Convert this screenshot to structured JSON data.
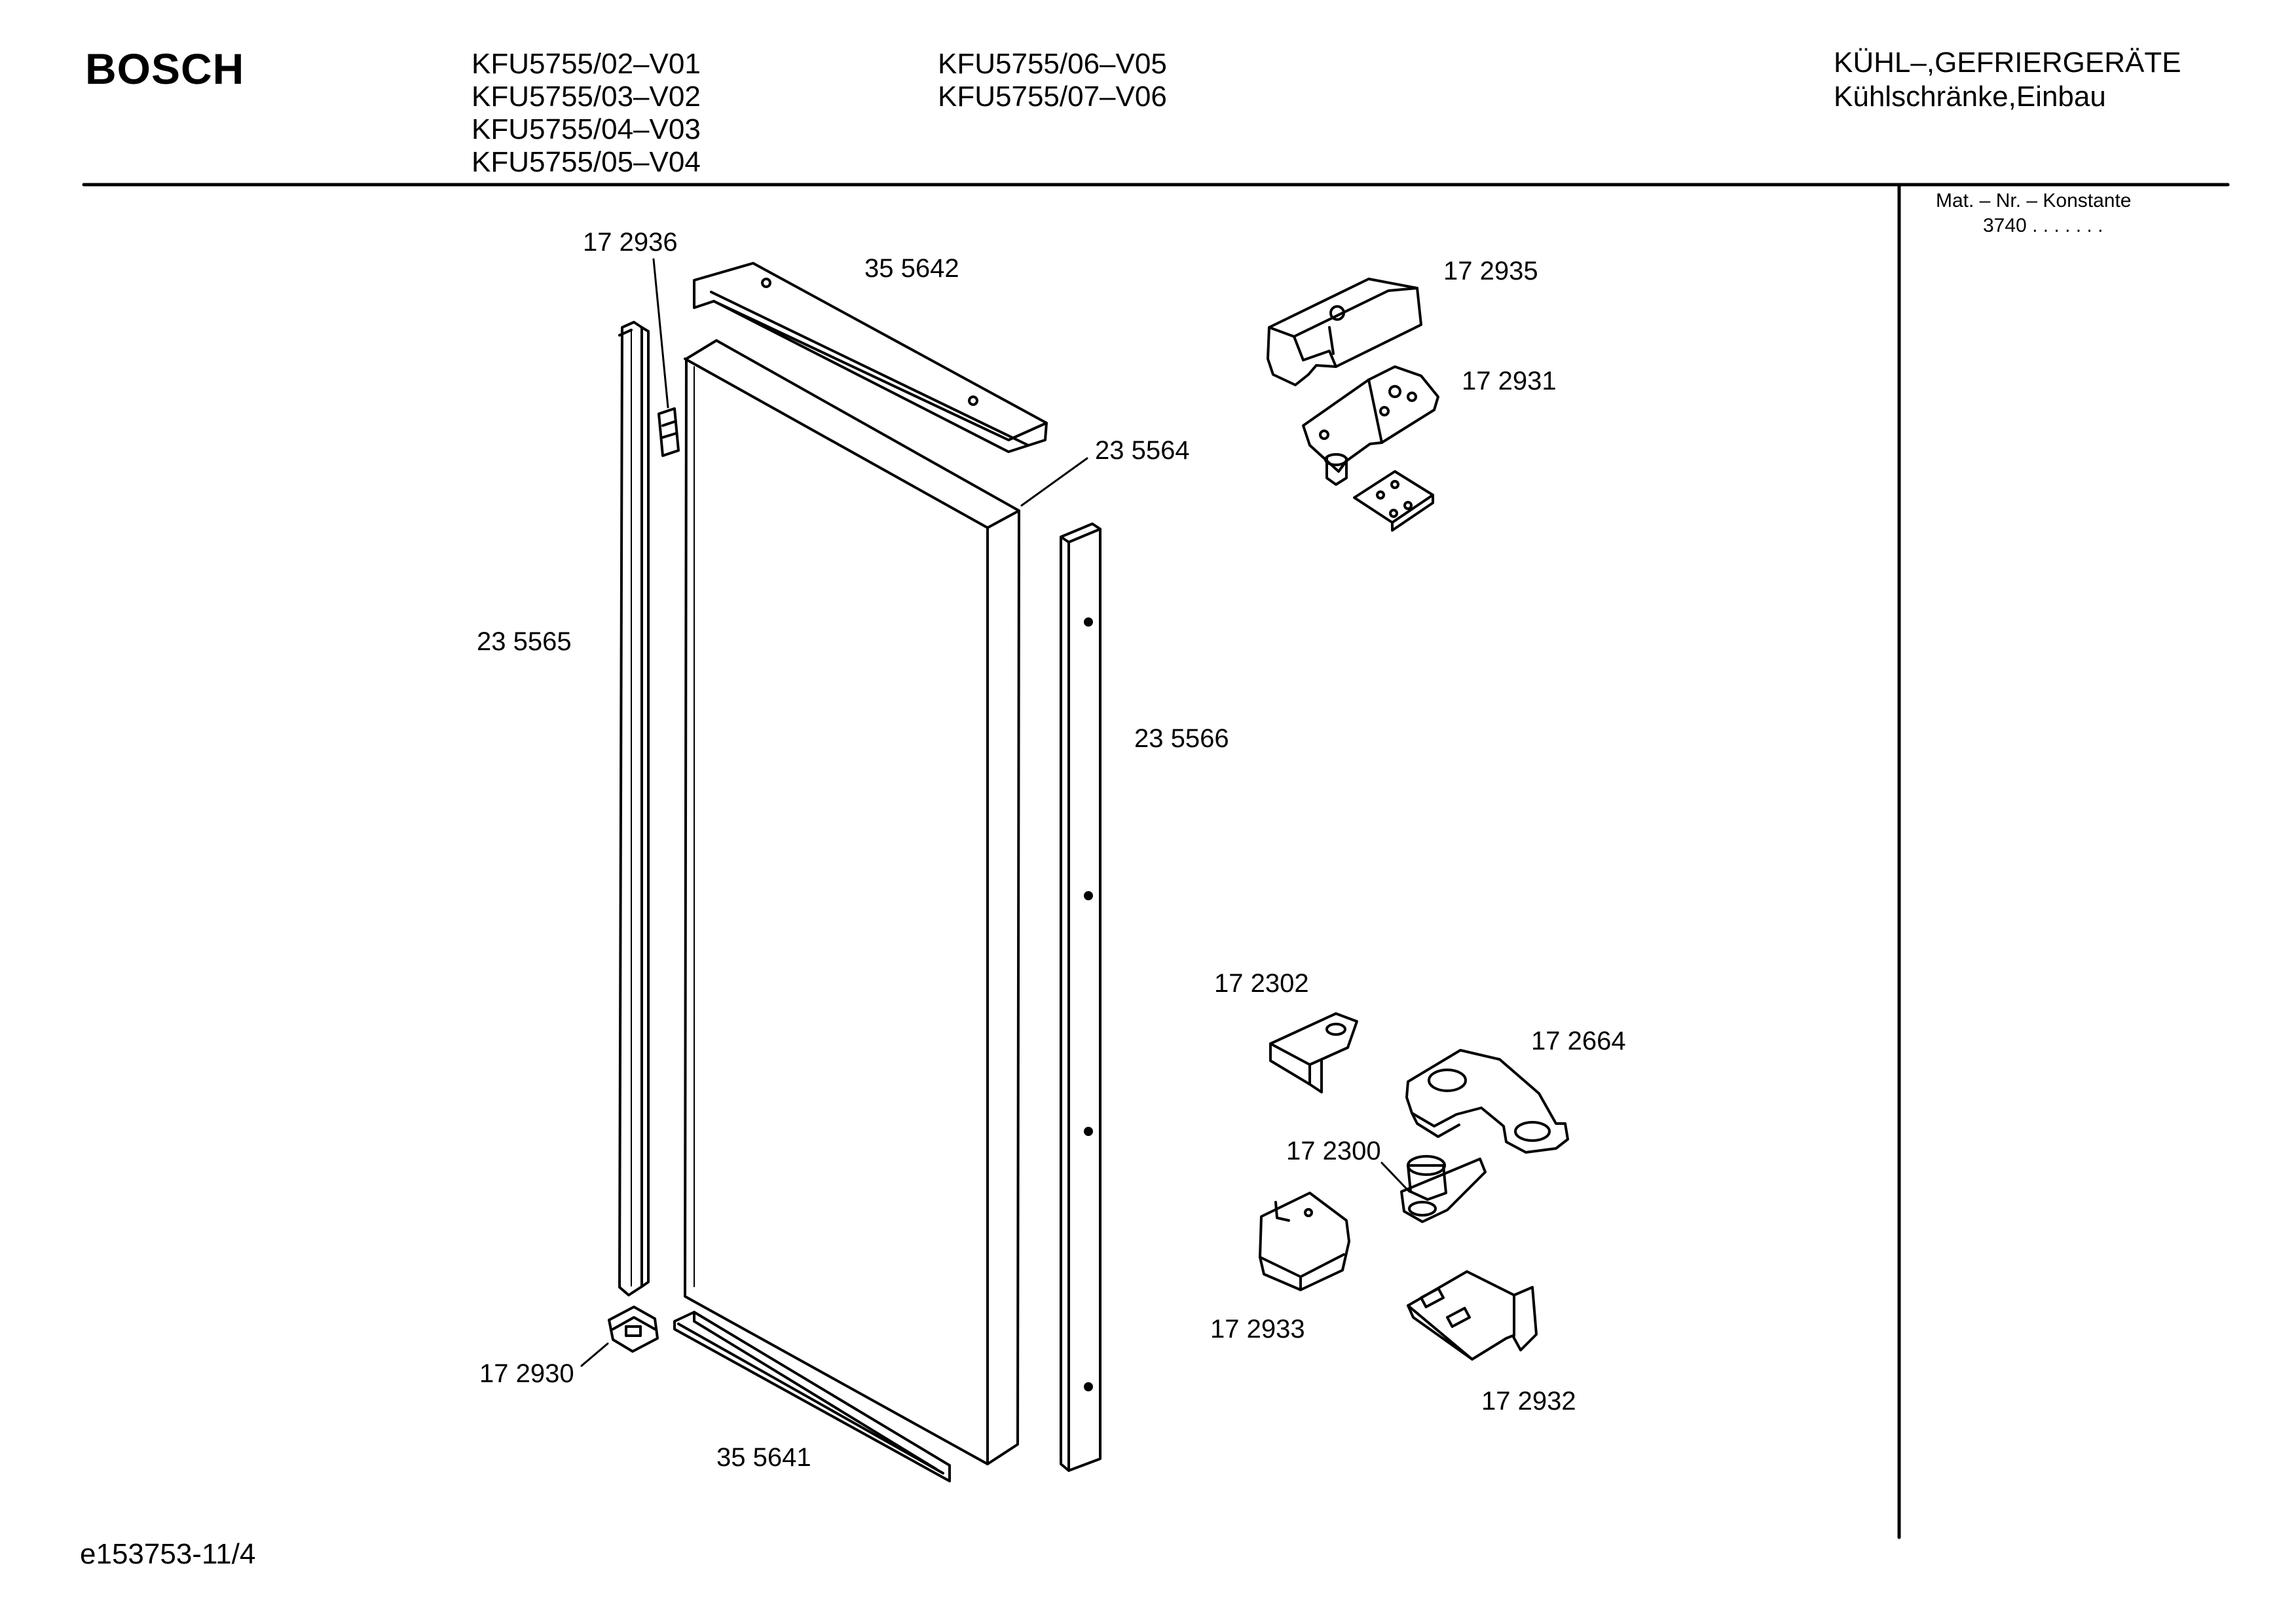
{
  "brand": "BOSCH",
  "models": {
    "col1": [
      "KFU5755/02–V01",
      "KFU5755/03–V02",
      "KFU5755/04–V03",
      "KFU5755/05–V04"
    ],
    "col2": [
      "KFU5755/06–V05",
      "KFU5755/07–V06"
    ]
  },
  "category": {
    "line1": "KÜHL–,GEFRIERGERÄTE",
    "line2": "Kühlschränke,Einbau"
  },
  "sidebar": {
    "label": "Mat. – Nr. – Konstante",
    "value": "3740 . .   . . . . ."
  },
  "parts": {
    "p172936": "17 2936",
    "p355642": "35 5642",
    "p235564": "23 5564",
    "p235565": "23 5565",
    "p235566": "23 5566",
    "p172930": "17 2930",
    "p355641": "35 5641",
    "p172935": "17 2935",
    "p172931": "17 2931",
    "p172302": "17 2302",
    "p172664": "17 2664",
    "p172300": "17 2300",
    "p172933": "17 2933",
    "p172932": "17 2932"
  },
  "footer": "e153753-11/4"
}
